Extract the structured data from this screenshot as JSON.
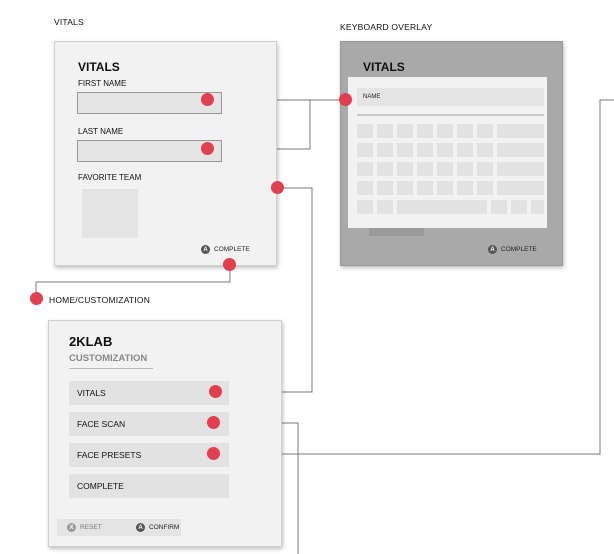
{
  "labels": {
    "vitals_section": "VITALS",
    "keyboard_section": "KEYBOARD OVERLAY",
    "home_customization": "HOME/CUSTOMIZATION"
  },
  "vitals_panel": {
    "title": "VITALS",
    "first_name": "FIRST NAME",
    "last_name": "LAST NAME",
    "favorite_team": "FAVORITE TEAM",
    "complete_button_glyph": "A",
    "complete": "COMPLETE"
  },
  "keyboard_panel": {
    "title": "VITALS",
    "name_field": "NAME",
    "complete_button_glyph": "A",
    "complete": "COMPLETE"
  },
  "customization_panel": {
    "title": "2KLAB",
    "subtitle": "CUSTOMIZATION",
    "items": [
      {
        "label": "VITALS"
      },
      {
        "label": "FACE SCAN"
      },
      {
        "label": "FACE PRESETS"
      },
      {
        "label": "COMPLETE"
      }
    ],
    "reset_button_glyph": "X",
    "reset": "RESET",
    "confirm_button_glyph": "A",
    "confirm": "CONFIRM"
  },
  "colors": {
    "hotspot": "#e0404f",
    "panel": "#f2f2f2",
    "overlay_backdrop": "#a9a9a9",
    "connector": "#666666"
  }
}
